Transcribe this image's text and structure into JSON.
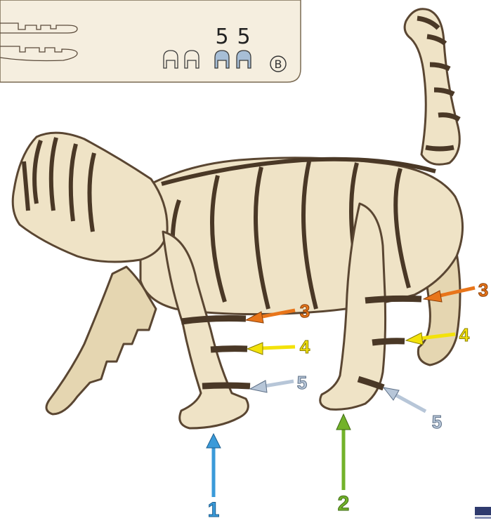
{
  "sheet": {
    "part_numbers": [
      "5",
      "5"
    ],
    "sheet_letter": "B",
    "panel_color": "#f5eedf",
    "highlight_color": "#a7bed6"
  },
  "callouts": [
    {
      "id": "leg-front",
      "label": "1",
      "color": "#3a9ad9"
    },
    {
      "id": "leg-rear",
      "label": "2",
      "color": "#72b22a"
    },
    {
      "id": "front-ring-3",
      "label": "3",
      "color": "#e8751a"
    },
    {
      "id": "front-ring-4",
      "label": "4",
      "color": "#f3e20a"
    },
    {
      "id": "front-ring-5",
      "label": "5",
      "color": "#b7c6d8"
    },
    {
      "id": "rear-ring-3",
      "label": "3",
      "color": "#e8751a"
    },
    {
      "id": "rear-ring-4",
      "label": "4",
      "color": "#f3e20a"
    },
    {
      "id": "rear-ring-5",
      "label": "5",
      "color": "#b7c6d8"
    }
  ],
  "colors": {
    "wood": "#efe3c6",
    "wood_shade": "#d8c7a0",
    "wood_edge": "#5a4632"
  }
}
